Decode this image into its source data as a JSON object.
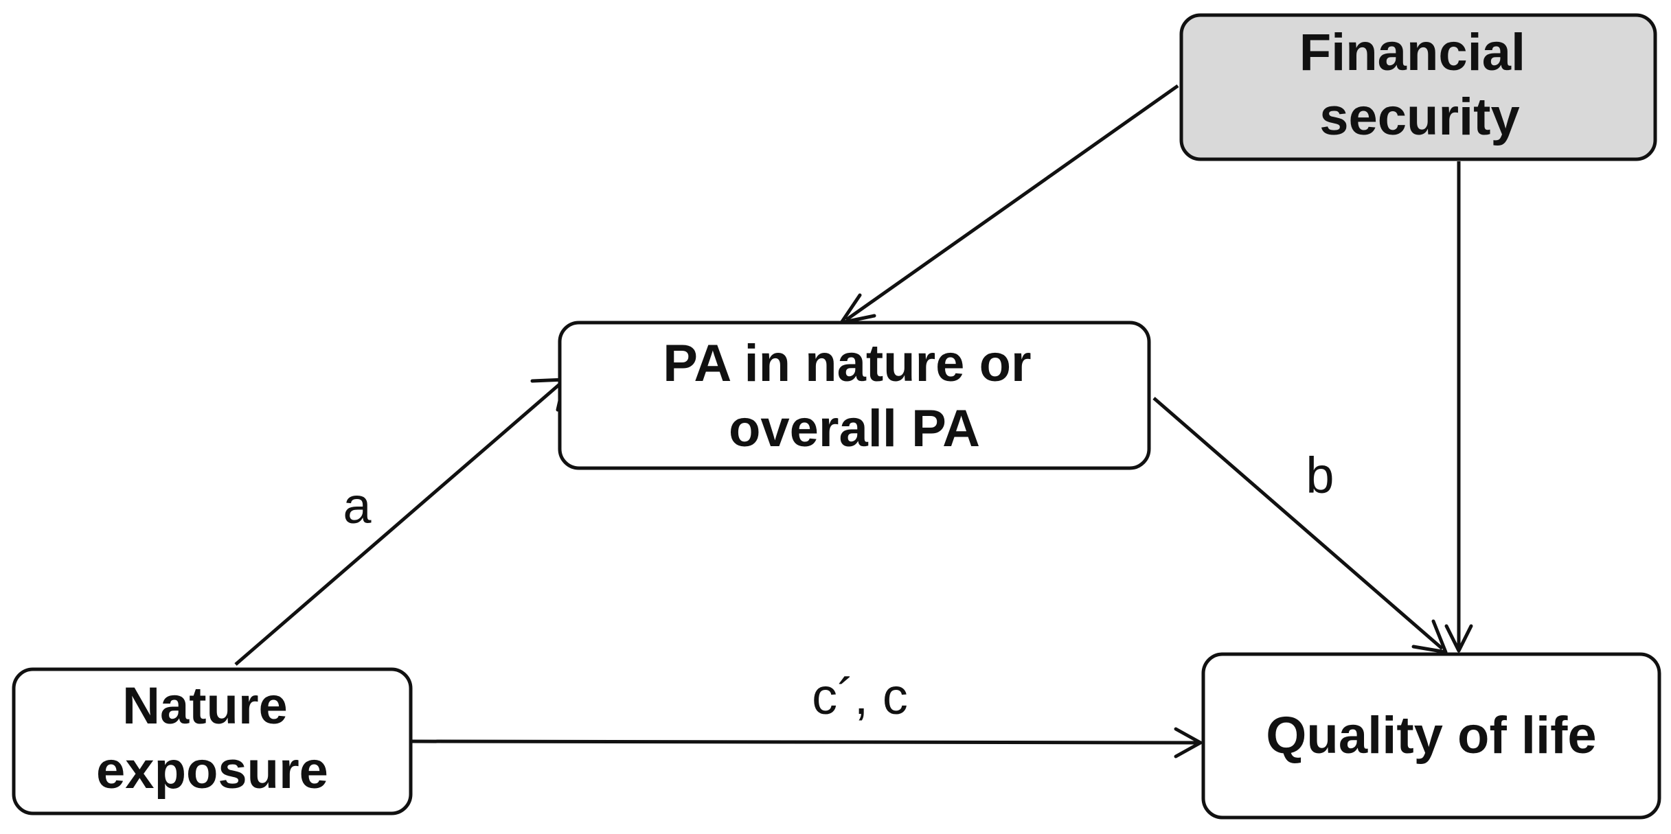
{
  "nodes": {
    "financial_security": {
      "lines": [
        "Financial",
        "security"
      ],
      "fill": "#d9d9d9"
    },
    "pa": {
      "lines": [
        "PA in nature or",
        "overall PA"
      ],
      "fill": "#ffffff"
    },
    "nature_exposure": {
      "lines": [
        "Nature",
        "exposure"
      ],
      "fill": "#ffffff"
    },
    "quality_of_life": {
      "lines": [
        "Quality of life"
      ],
      "fill": "#ffffff"
    }
  },
  "edges": {
    "a": "a",
    "b": "b",
    "c": "c´, c"
  },
  "colors": {
    "stroke": "#111111",
    "background": "#ffffff"
  }
}
